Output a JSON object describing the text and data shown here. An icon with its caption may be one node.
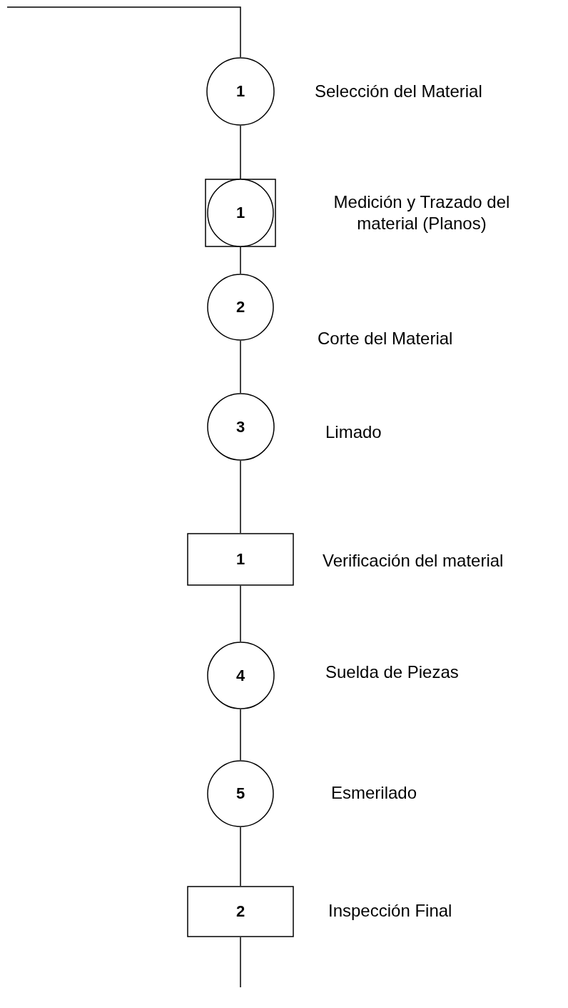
{
  "diagram": {
    "nodes": [
      {
        "text": [
          "1"
        ],
        "beside": [
          "Selección del Material"
        ]
      },
      {
        "text": [
          "1"
        ],
        "beside": [
          "Medición y Trazado del material (Planos)"
        ]
      },
      {
        "text": [
          "2"
        ],
        "beside": [
          "Corte del Material"
        ]
      },
      {
        "text": [
          "3"
        ],
        "beside": [
          "Limado"
        ]
      },
      {
        "text": [
          "1"
        ],
        "beside": [
          "Verificación del material"
        ]
      },
      {
        "text": [
          "4"
        ],
        "beside": [
          "Suelda de Piezas"
        ]
      },
      {
        "text": [
          "5"
        ],
        "beside": [
          "Esmerilado"
        ]
      },
      {
        "text": [
          "2"
        ],
        "beside": [
          "Inspección Final"
        ]
      }
    ],
    "edges": [
      {
        "from": null,
        "to": 0,
        "arrow": "none"
      },
      {
        "from": 0,
        "to": 1,
        "arrow": "none"
      },
      {
        "from": 1,
        "to": 2,
        "arrow": "none"
      },
      {
        "from": 2,
        "to": 3,
        "arrow": "none"
      },
      {
        "from": 3,
        "to": 4,
        "arrow": "none"
      },
      {
        "from": 4,
        "to": 5,
        "arrow": "none"
      },
      {
        "from": 5,
        "to": 6,
        "arrow": "none"
      },
      {
        "from": 6,
        "to": 7,
        "arrow": "none"
      },
      {
        "from": 7,
        "to": null,
        "arrow": "none"
      }
    ]
  }
}
